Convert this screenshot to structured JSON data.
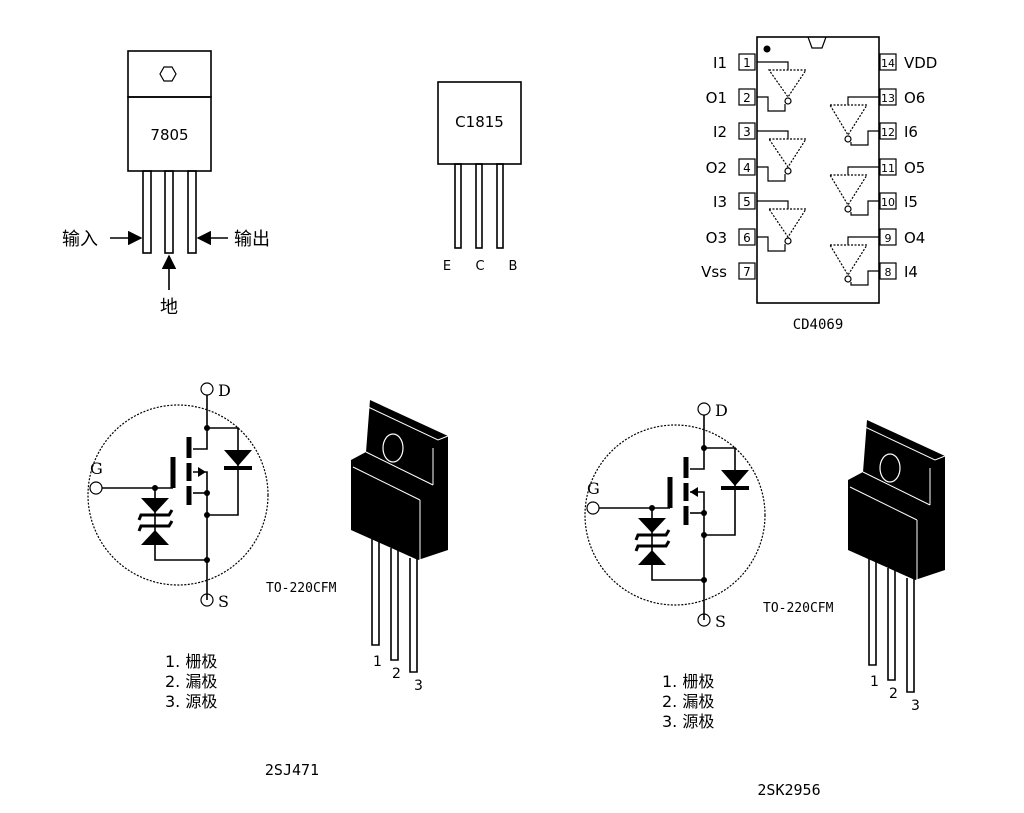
{
  "regulator": {
    "part": "7805",
    "pin_labels": {
      "input": "输入",
      "ground": "地",
      "output": "输出"
    }
  },
  "transistor": {
    "part": "C1815",
    "pins": [
      "E",
      "C",
      "B"
    ]
  },
  "inverter_ic": {
    "part": "CD4069",
    "left_pins": [
      {
        "num": "1",
        "name": "I1"
      },
      {
        "num": "2",
        "name": "O1"
      },
      {
        "num": "3",
        "name": "I2"
      },
      {
        "num": "4",
        "name": "O2"
      },
      {
        "num": "5",
        "name": "I3"
      },
      {
        "num": "6",
        "name": "O3"
      },
      {
        "num": "7",
        "name": "Vss"
      }
    ],
    "right_pins": [
      {
        "num": "14",
        "name": "VDD"
      },
      {
        "num": "13",
        "name": "O6"
      },
      {
        "num": "12",
        "name": "I6"
      },
      {
        "num": "11",
        "name": "O5"
      },
      {
        "num": "10",
        "name": "I5"
      },
      {
        "num": "9",
        "name": "O4"
      },
      {
        "num": "8",
        "name": "I4"
      }
    ]
  },
  "mosfets": [
    {
      "part": "2SJ471",
      "terminals": {
        "drain": "D",
        "gate": "G",
        "source": "S"
      },
      "package": "TO-220CFM",
      "pin_numbers": [
        "1",
        "2",
        "3"
      ],
      "pin_legend": [
        "1. 栅极",
        "2. 漏极",
        "3. 源极"
      ]
    },
    {
      "part": "2SK2956",
      "terminals": {
        "drain": "D",
        "gate": "G",
        "source": "S"
      },
      "package": "TO-220CFM",
      "pin_numbers": [
        "1",
        "2",
        "3"
      ],
      "pin_legend": [
        "1. 栅极",
        "2. 漏极",
        "3. 源极"
      ]
    }
  ]
}
